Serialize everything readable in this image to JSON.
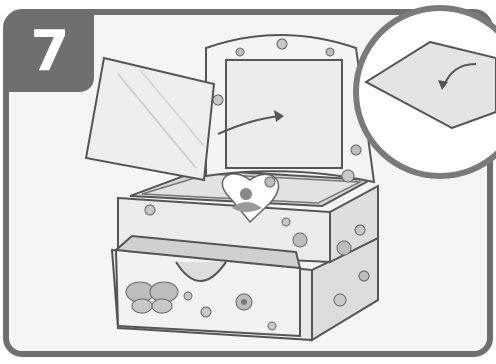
{
  "step": {
    "number": "7"
  },
  "colors": {
    "panel_border": "#6f6f6f",
    "panel_fill": "#f5f5f5",
    "line": "#555555",
    "box_fill": "#e9e9e9",
    "box_light": "#f7f7f7",
    "mirror_fill": "#eeeeee",
    "zoom_circle_border": "#7a7a7a",
    "decor_fill": "#b5b5b5"
  },
  "icons": {
    "step_badge": "numbered-step-badge",
    "arrows": "curved-arrow",
    "zoom": "magnifier-callout-circle"
  }
}
